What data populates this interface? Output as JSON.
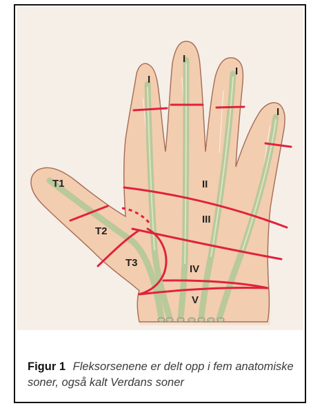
{
  "figure": {
    "caption_label": "Figur 1",
    "caption_text": "Fleksorsenene er delt opp i fem anatomiske soner, også kalt Verdans soner"
  },
  "zones": {
    "finger_index": "I",
    "finger_middle": "I",
    "finger_ring": "I",
    "finger_little": "I",
    "zone_2": "II",
    "zone_3": "III",
    "zone_4": "IV",
    "zone_5": "V",
    "thumb_1": "T1",
    "thumb_2": "T2",
    "thumb_3": "T3"
  },
  "colors": {
    "skin": "#f3cdb0",
    "skin_outline": "#a8705a",
    "tendon": "#b9c99a",
    "zone_line": "#e0213c",
    "panel_background": "#f6efe8"
  }
}
